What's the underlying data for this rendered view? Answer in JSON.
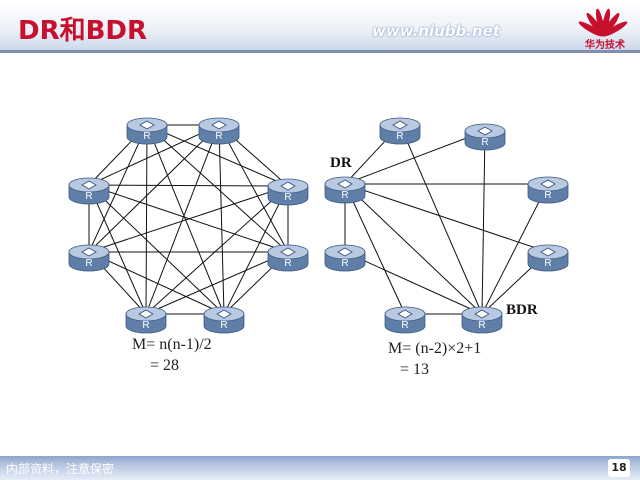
{
  "header": {
    "title": "DR和BDR",
    "watermark": "www.niubb.net",
    "logo_text": "华为技术"
  },
  "router_label": "R",
  "left_network": {
    "router_count": 8,
    "formula_line1": "M= n(n-1)/2",
    "formula_line2": "= 28"
  },
  "right_network": {
    "dr_label": "DR",
    "bdr_label": "BDR",
    "formula_line1": "M= (n-2)×2+1",
    "formula_line2": "= 13"
  },
  "footer": {
    "text": "内部资料，注意保密",
    "page": "18"
  },
  "colors": {
    "title": "#c8102e",
    "router_top": "#b9c9e2",
    "router_side": "#5f7fa8",
    "line": "#111111"
  }
}
